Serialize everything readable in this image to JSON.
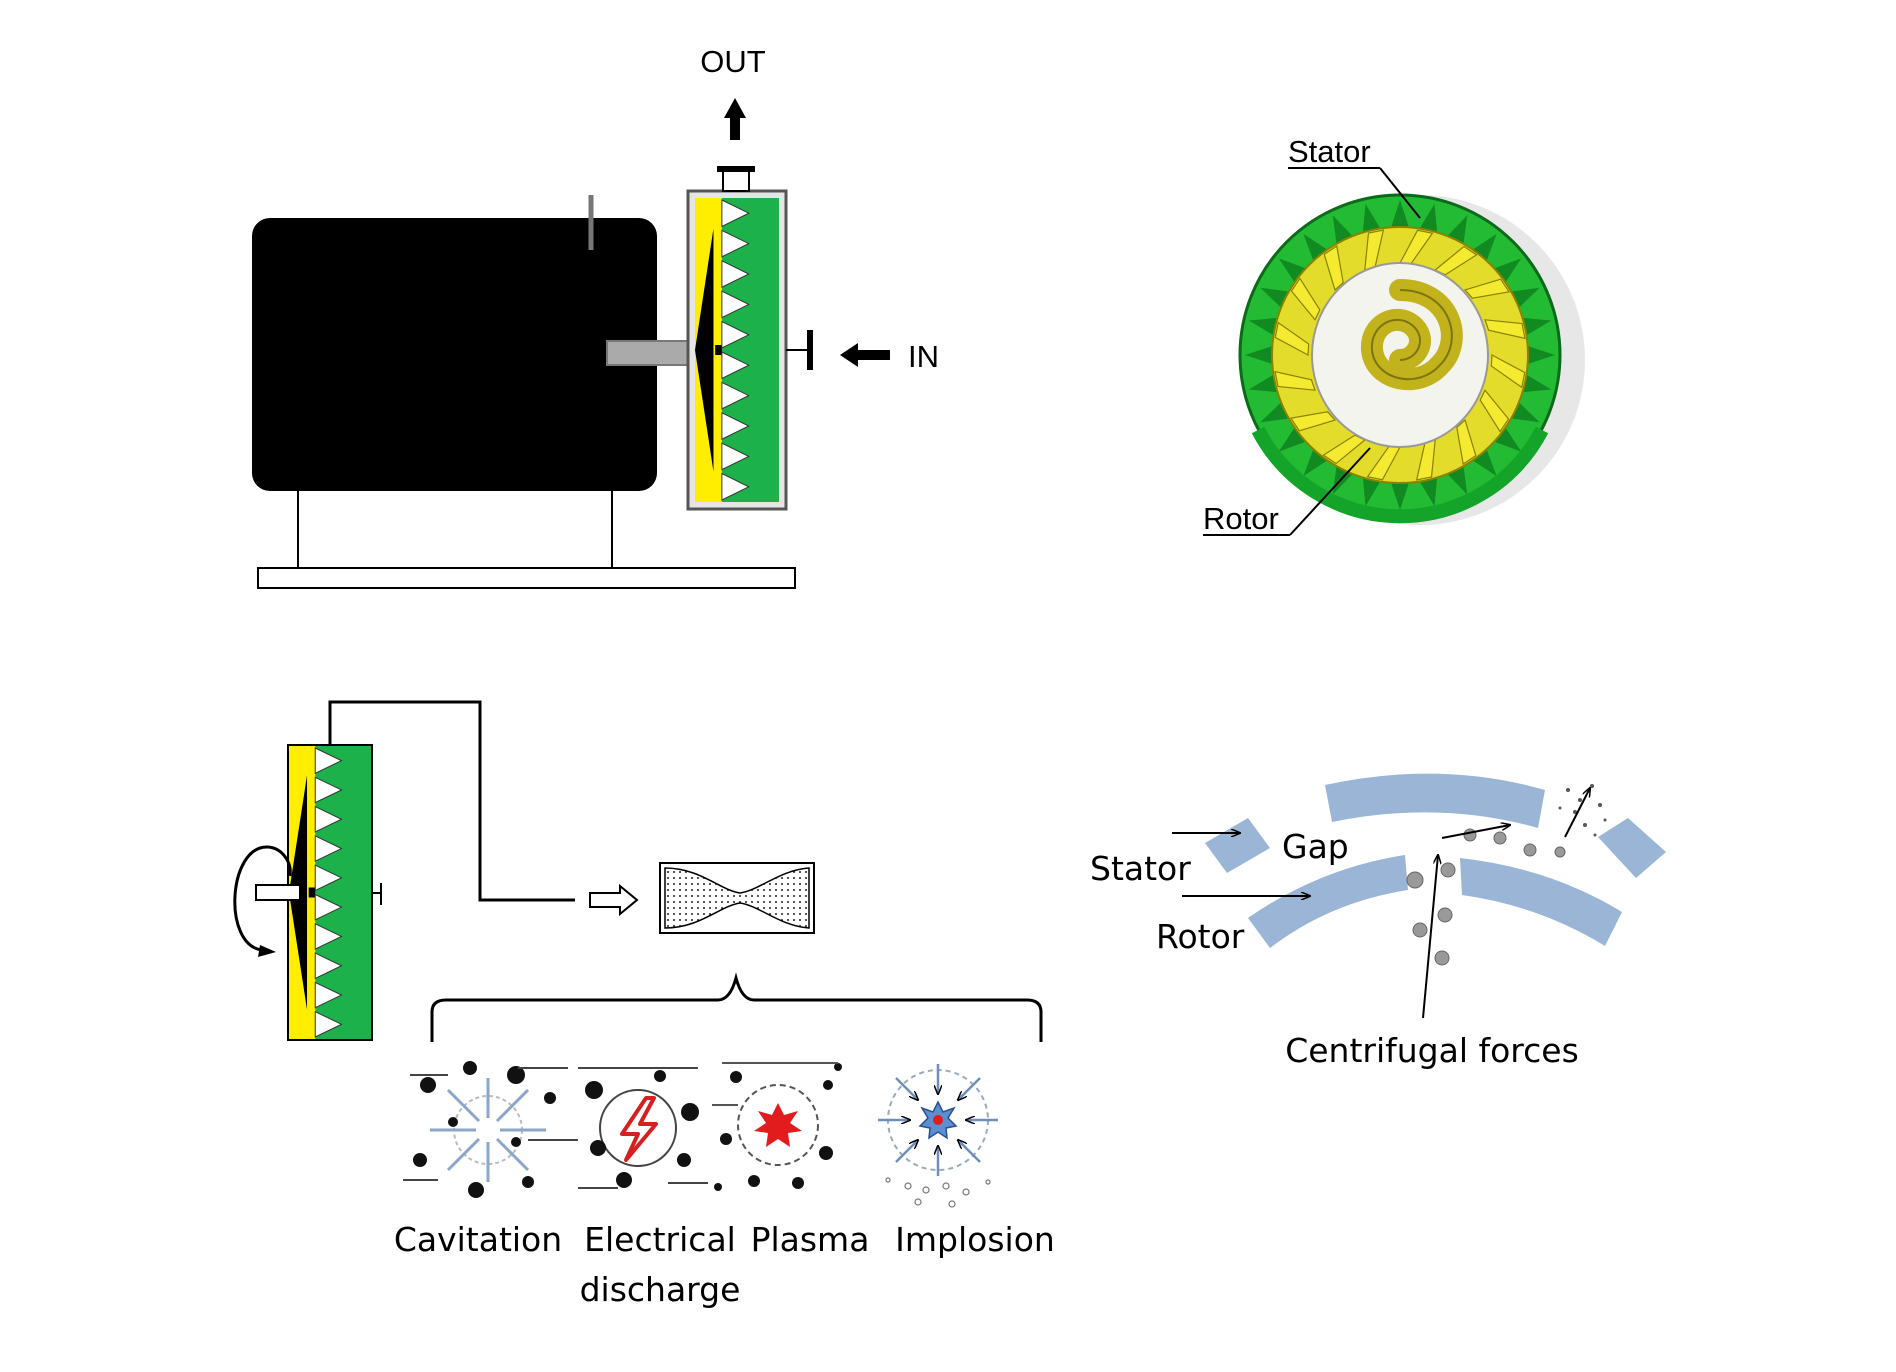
{
  "colors": {
    "motor": "#000000",
    "rotor_yellow": "#ffee00",
    "stator_green": "#1db14b",
    "ring_green": "#22bb33",
    "rotor_blade": "#d6cc00",
    "gap_blue": "#9ab5d6",
    "spark_red": "#e21c1c",
    "implosion_blue": "#5b8fd0"
  },
  "pump_diagram": {
    "out_label": "OUT",
    "in_label": "IN"
  },
  "rotor_stator_3d": {
    "stator_label": "Stator",
    "rotor_label": "Rotor"
  },
  "gap_diagram": {
    "stator_label": "Stator",
    "rotor_label": "Rotor",
    "gap_label": "Gap",
    "forces_label": "Centrifugal forces"
  },
  "effects": [
    {
      "line1": "Cavitation",
      "line2": "",
      "icon": "cavitation-icon"
    },
    {
      "line1": "Electrical",
      "line2": "discharge",
      "icon": "electrical-discharge-icon"
    },
    {
      "line1": "Plasma",
      "line2": "",
      "icon": "plasma-icon"
    },
    {
      "line1": "Implosion",
      "line2": "",
      "icon": "implosion-icon"
    }
  ]
}
